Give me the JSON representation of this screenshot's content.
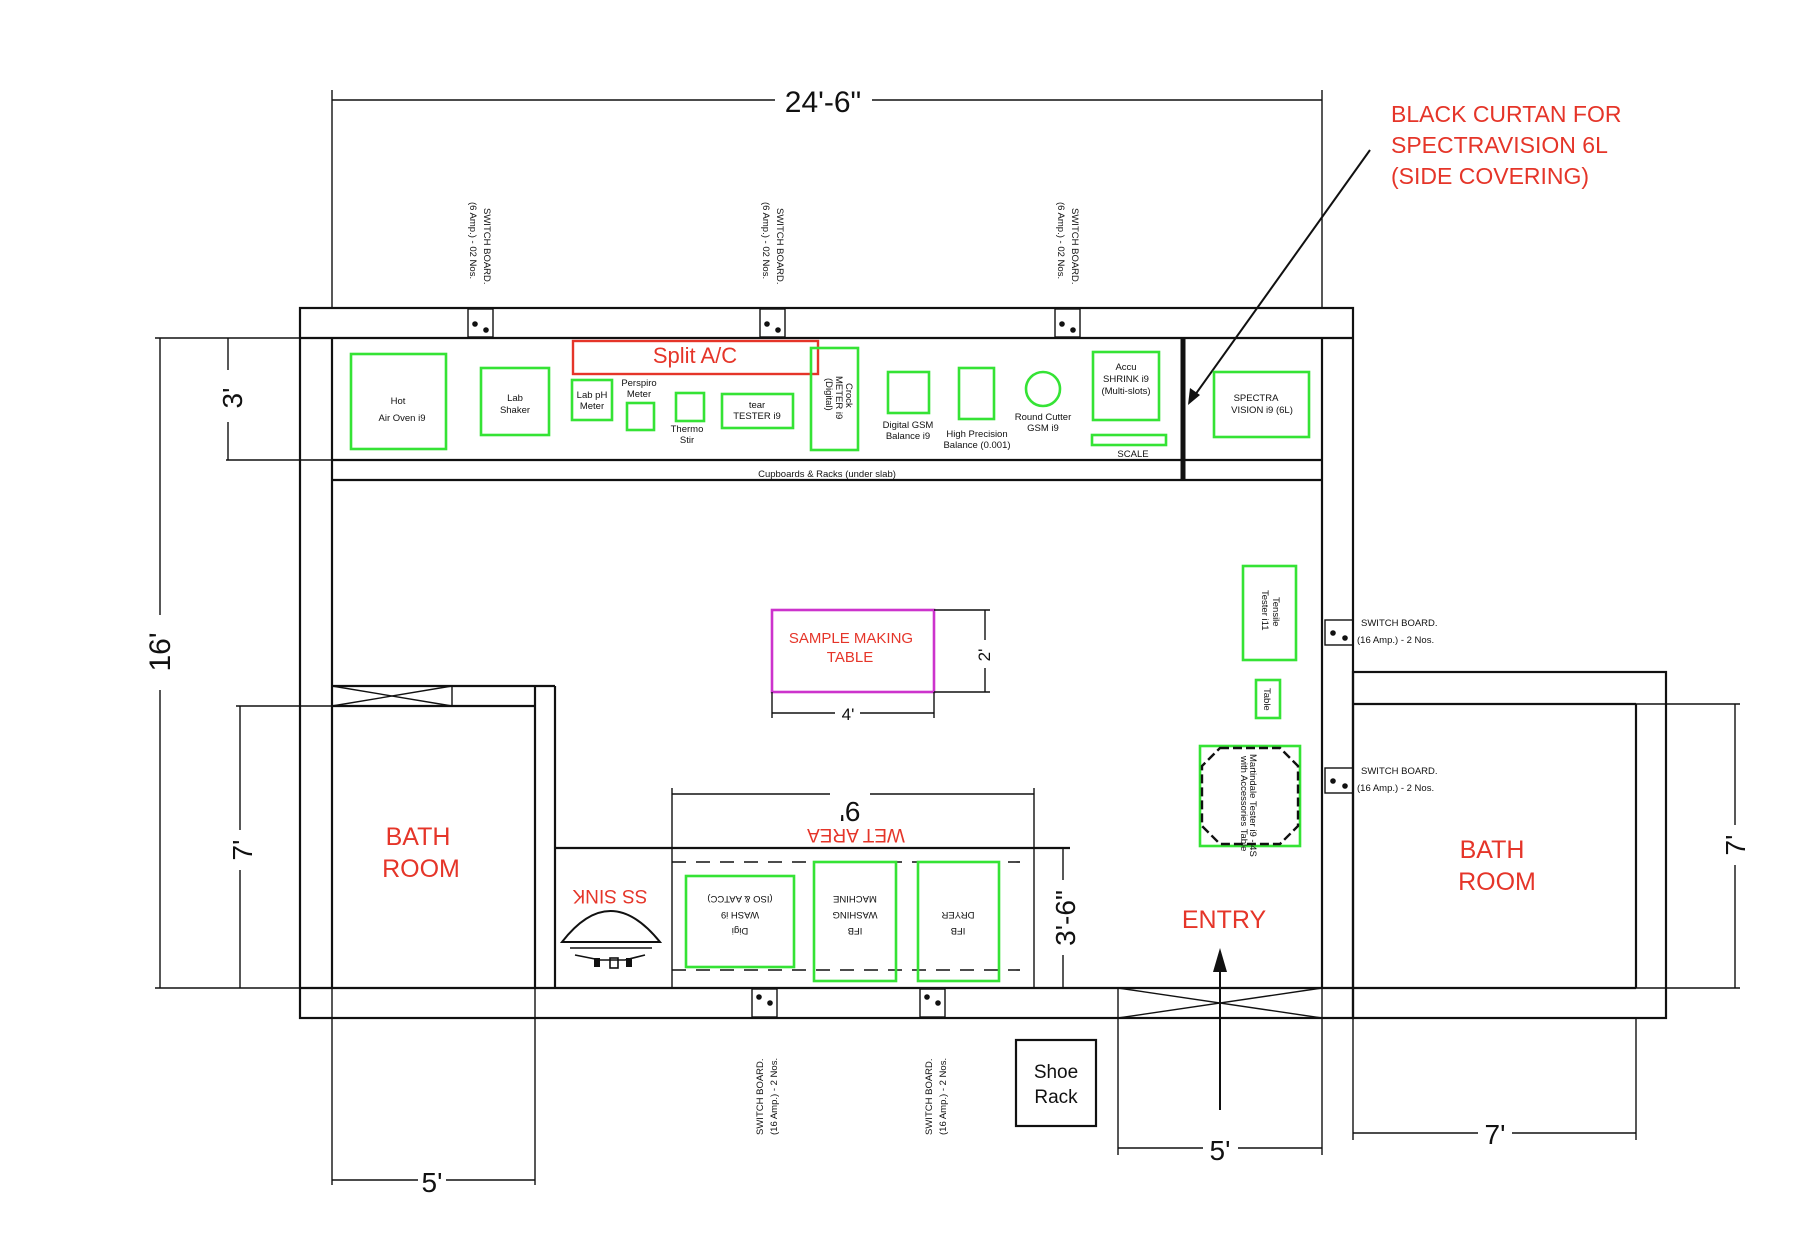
{
  "dimensions": {
    "overall_width": "24'-6\"",
    "overall_depth": "16'",
    "counter_depth": "3'",
    "bath_left_height": "7'",
    "bath_left_width": "5'",
    "bath_right_height": "7'",
    "bath_right_width": "7'",
    "wet_area_length": "9'",
    "wet_area_depth": "3'-6\"",
    "entry_width": "5'",
    "table_length": "4'",
    "table_width": "2'"
  },
  "annotation": {
    "line1": "BLACK CURTAN FOR",
    "line2": "SPECTRAVISION 6L",
    "line3": "(SIDE COVERING)"
  },
  "switch_boards": {
    "top_line1": "SWITCH BOARD.",
    "top_line2": "(6 Amp.) - 02 Nos.",
    "right_line1": "SWITCH BOARD.",
    "right_line2": "(16 Amp.)  - 2 Nos.",
    "bottom_line1": "SWITCH BOARD.",
    "bottom_line2": "(16 Amp.) - 2 Nos."
  },
  "labels": {
    "split_ac": "Split  A/C",
    "cupboards": "Cupboards & Racks (under slab)",
    "bath_left_1": "BATH",
    "bath_left_2": "ROOM",
    "bath_right_1": "BATH",
    "bath_right_2": "ROOM",
    "entry": "ENTRY",
    "sample_table_1": "SAMPLE MAKING",
    "sample_table_2": "TABLE",
    "wet_area": "WET  AREA",
    "ss_sink": "SS  SINK",
    "shoe_rack_1": "Shoe",
    "shoe_rack_2": "Rack"
  },
  "equipment": {
    "hot_air_oven_1": "Hot",
    "hot_air_oven_2": "Air Oven i9",
    "lab_shaker_1": "Lab",
    "lab_shaker_2": "Shaker",
    "ph_meter_1": "Lab pH",
    "ph_meter_2": "Meter",
    "perspiro_1": "Perspiro",
    "perspiro_2": "Meter",
    "thermo_1": "Thermo",
    "thermo_2": "Stir",
    "tear_1": "tear",
    "tear_2": "TESTER i9",
    "crock_1": "Crock",
    "crock_2": "METER i9",
    "crock_3": "(Digital)",
    "gsm_balance_1": "Digital GSM",
    "gsm_balance_2": "Balance i9",
    "hp_balance_1": "High Precision",
    "hp_balance_2": "Balance (0.001)",
    "round_cutter_1": "Round Cutter",
    "round_cutter_2": "GSM i9",
    "accu_1": "Accu",
    "accu_2": "SHRINK i9",
    "accu_3": "(Multi-slots)",
    "scale": "SCALE",
    "spectra_1": "SPECTRA",
    "spectra_2": "VISION i9 (6L)",
    "tensile_1": "Tensile",
    "tensile_2": "Tester i11",
    "small_table": "Table",
    "martindale_1": "Martindale Tester i9 - 4S",
    "martindale_2": "with Accessories Table",
    "digi_wash_1": "Digi",
    "digi_wash_2": "WASH i9",
    "digi_wash_3": "(ISO & AATCC)",
    "washer_1": "IFB",
    "washer_2": "WASHING",
    "washer_3": "MACHINE",
    "dryer_1": "IFB",
    "dryer_2": "DRYER"
  },
  "colors": {
    "equipment": "#35e335",
    "annotation": "#e53529",
    "table_outline": "#cc33cc",
    "walls": "#111111"
  }
}
